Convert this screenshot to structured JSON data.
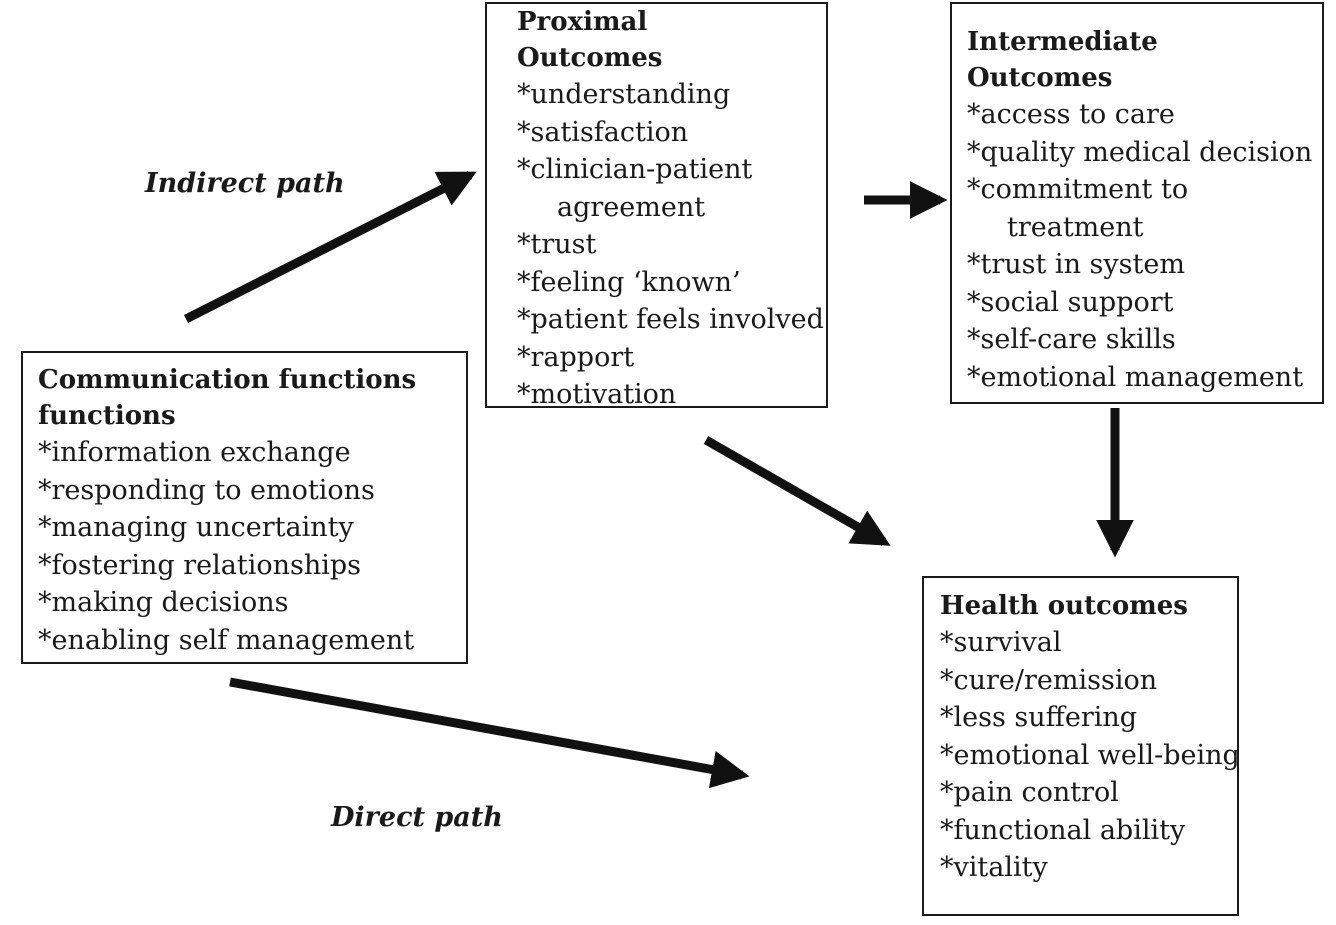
{
  "indirect_path_label": "Indirect path",
  "direct_path_label": "Direct path",
  "communication": {
    "title_line1": "Communication functions",
    "title_line2": "functions",
    "items": [
      "*information exchange",
      "*responding to emotions",
      "*managing uncertainty",
      "*fostering relationships",
      "*making decisions",
      "*enabling self management"
    ]
  },
  "proximal": {
    "title_line1": "Proximal",
    "title_line2": "Outcomes",
    "items": [
      "*understanding",
      "*satisfaction",
      "*clinician-patient",
      "agreement",
      "*trust",
      "*feeling ‘known’",
      "*patient feels involved",
      "*rapport",
      "*motivation"
    ]
  },
  "intermediate": {
    "title_line1": "Intermediate",
    "title_line2": "Outcomes",
    "items": [
      "*access to care",
      "*quality medical decision",
      "*commitment to",
      "treatment",
      "*trust in system",
      "*social support",
      "*self-care skills",
      "*emotional management"
    ]
  },
  "health": {
    "title": "Health outcomes",
    "items": [
      "*survival",
      "*cure/remission",
      "*less suffering",
      "*emotional well-being",
      "*pain control",
      "*functional ability",
      "*vitality"
    ]
  }
}
